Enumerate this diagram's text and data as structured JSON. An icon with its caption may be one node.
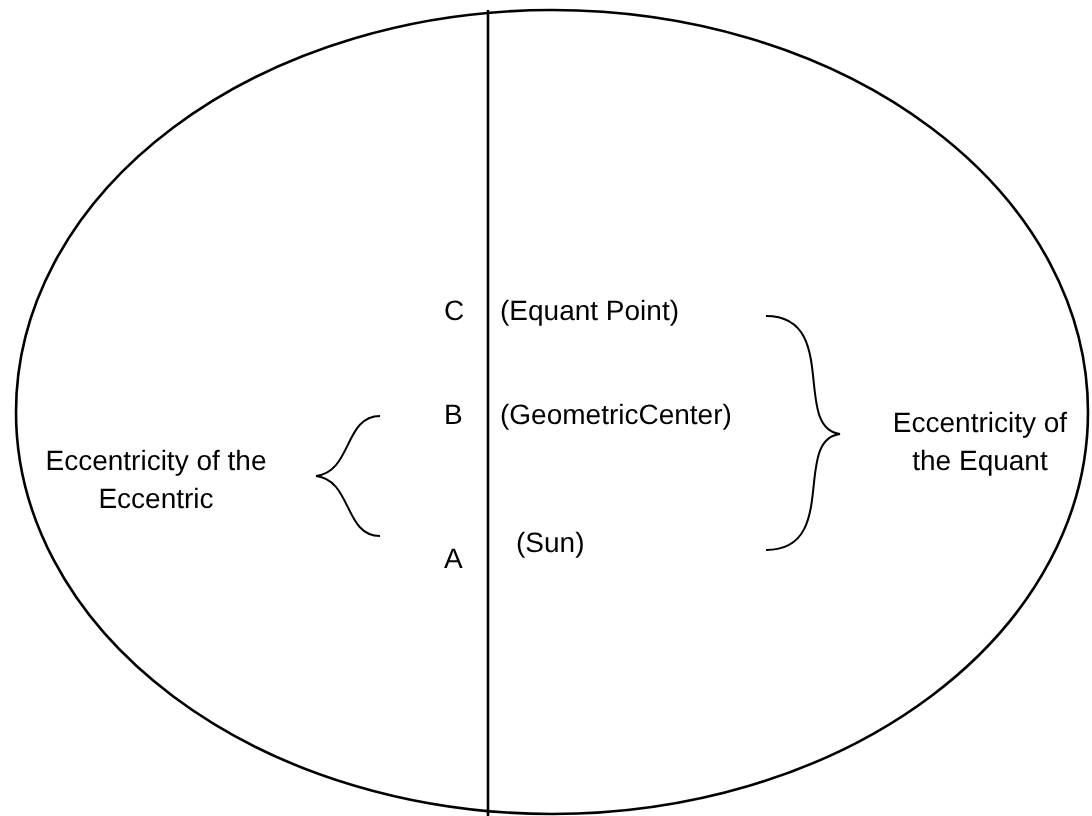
{
  "diagram": {
    "labels": [
      "C",
      "(Equant Point)",
      "B",
      "(GeometricCenter)",
      "Eccentricity of the Eccentric",
      "Eccentricity of the Equant",
      "A",
      "(Sun)"
    ]
  }
}
